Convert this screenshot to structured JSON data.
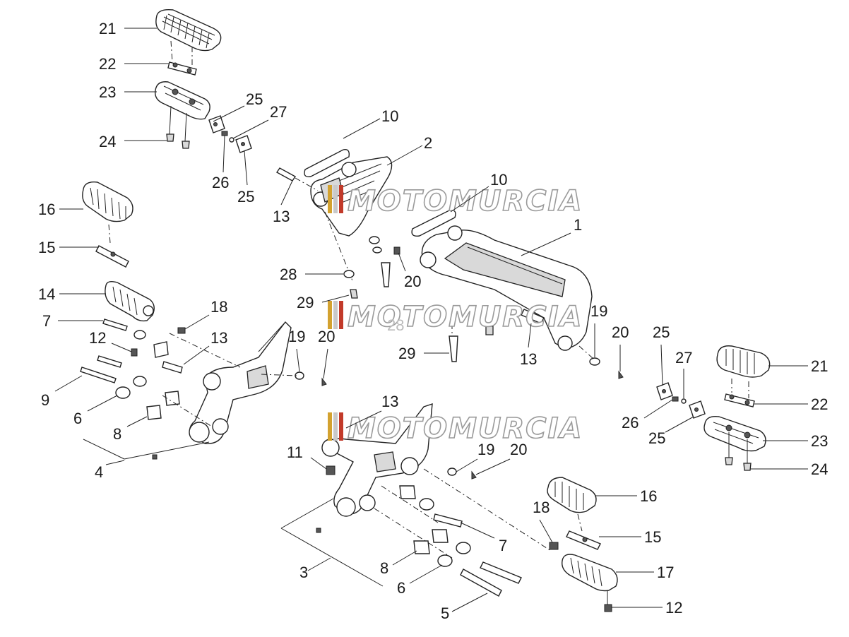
{
  "watermark": {
    "text": "MOTOMURCIA",
    "colors": [
      "#d3a230",
      "#c9c9c9",
      "#c23a2a"
    ]
  },
  "callouts": [
    {
      "id": "c-21a",
      "num": "21"
    },
    {
      "id": "c-22a",
      "num": "22"
    },
    {
      "id": "c-23a",
      "num": "23"
    },
    {
      "id": "c-24a",
      "num": "24"
    },
    {
      "id": "c-25a",
      "num": "25"
    },
    {
      "id": "c-27a",
      "num": "27"
    },
    {
      "id": "c-26a",
      "num": "26"
    },
    {
      "id": "c-25b",
      "num": "25"
    },
    {
      "id": "c-10a",
      "num": "10"
    },
    {
      "id": "c-2",
      "num": "2"
    },
    {
      "id": "c-10b",
      "num": "10"
    },
    {
      "id": "c-13a",
      "num": "13"
    },
    {
      "id": "c-1",
      "num": "1"
    },
    {
      "id": "c-16a",
      "num": "16"
    },
    {
      "id": "c-15a",
      "num": "15"
    },
    {
      "id": "c-14",
      "num": "14"
    },
    {
      "id": "c-28",
      "num": "28"
    },
    {
      "id": "c-20a",
      "num": "20"
    },
    {
      "id": "c-29a",
      "num": "29"
    },
    {
      "id": "c-7a",
      "num": "7"
    },
    {
      "id": "c-18a",
      "num": "18"
    },
    {
      "id": "c-12a",
      "num": "12"
    },
    {
      "id": "c-13b",
      "num": "13"
    },
    {
      "id": "c-19a",
      "num": "19"
    },
    {
      "id": "c-20b",
      "num": "20"
    },
    {
      "id": "c-9",
      "num": "9"
    },
    {
      "id": "c-6a",
      "num": "6"
    },
    {
      "id": "c-8a",
      "num": "8"
    },
    {
      "id": "c-4",
      "num": "4"
    },
    {
      "id": "c-29b",
      "num": "29"
    },
    {
      "id": "c-13c",
      "num": "13"
    },
    {
      "id": "c-19b",
      "num": "19"
    },
    {
      "id": "c-20c",
      "num": "20"
    },
    {
      "id": "c-25c",
      "num": "25"
    },
    {
      "id": "c-27b",
      "num": "27"
    },
    {
      "id": "c-21b",
      "num": "21"
    },
    {
      "id": "c-26b",
      "num": "26"
    },
    {
      "id": "c-22b",
      "num": "22"
    },
    {
      "id": "c-25d",
      "num": "25"
    },
    {
      "id": "c-23b",
      "num": "23"
    },
    {
      "id": "c-24b",
      "num": "24"
    },
    {
      "id": "c-13d",
      "num": "13"
    },
    {
      "id": "c-11",
      "num": "11"
    },
    {
      "id": "c-19c",
      "num": "19"
    },
    {
      "id": "c-20d",
      "num": "20"
    },
    {
      "id": "c-16b",
      "num": "16"
    },
    {
      "id": "c-18b",
      "num": "18"
    },
    {
      "id": "c-15b",
      "num": "15"
    },
    {
      "id": "c-7b",
      "num": "7"
    },
    {
      "id": "c-3",
      "num": "3"
    },
    {
      "id": "c-8b",
      "num": "8"
    },
    {
      "id": "c-17",
      "num": "17"
    },
    {
      "id": "c-6b",
      "num": "6"
    },
    {
      "id": "c-12b",
      "num": "12"
    },
    {
      "id": "c-5",
      "num": "5"
    },
    {
      "id": "c-28b",
      "num": "28"
    }
  ]
}
